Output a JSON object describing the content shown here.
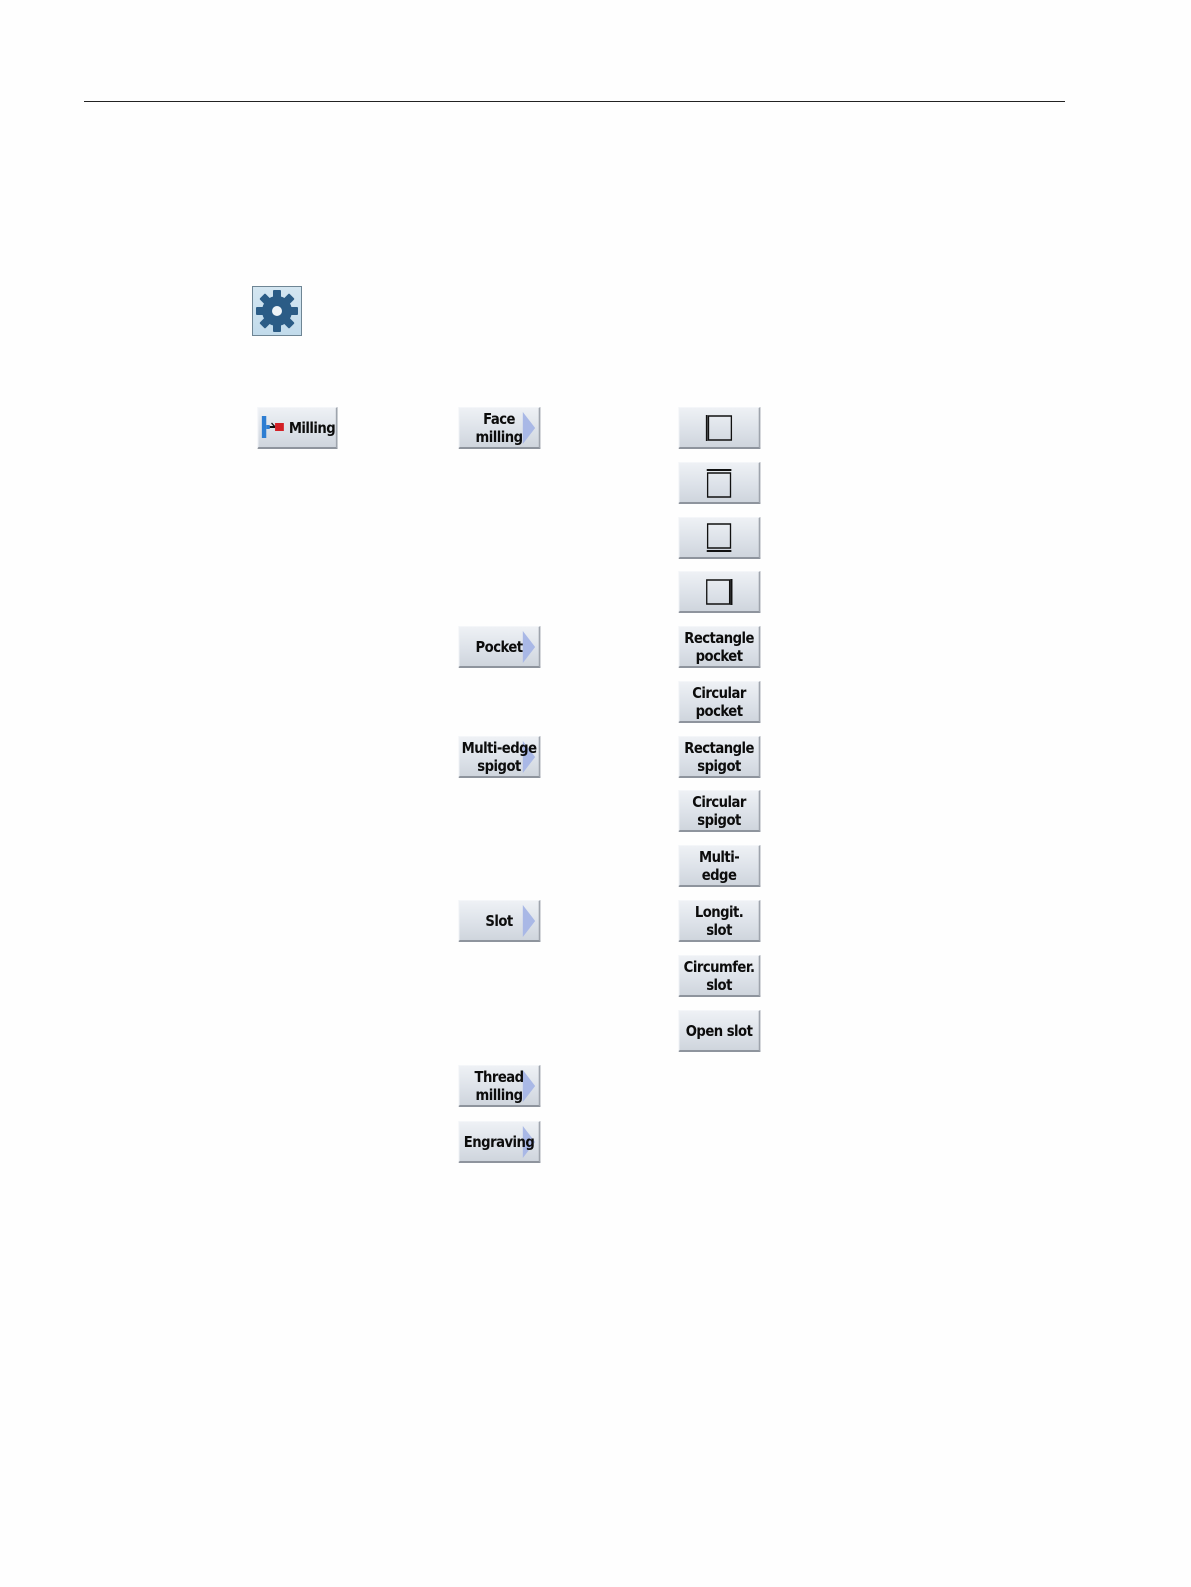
{
  "header": {
    "settings_icon": "gear-icon"
  },
  "level1": {
    "milling_label": "Milling",
    "milling_icon": "milling-tool-icon"
  },
  "level2": {
    "face_milling": "Face\nmilling",
    "pocket": "Pocket",
    "multi_edge_spigot": "Multi-edge\nspigot",
    "slot": "Slot",
    "thread_milling": "Thread\nmilling",
    "engraving": "Engraving"
  },
  "level3": {
    "face_dir_left_icon": "face-direction-left-icon",
    "face_dir_top_icon": "face-direction-top-icon",
    "face_dir_bottom_icon": "face-direction-bottom-icon",
    "face_dir_right_icon": "face-direction-right-icon",
    "rectangle_pocket": "Rectangle\npocket",
    "circular_pocket": "Circular\npocket",
    "rectangle_spigot": "Rectangle\nspigot",
    "circular_spigot": "Circular\nspigot",
    "multi_edge": "Multi-\nedge",
    "longit_slot": "Longit.\nslot",
    "circumfer_slot": "Circumfer.\nslot",
    "open_slot": "Open slot"
  },
  "colors": {
    "softkey_face": "#dde2e9",
    "arrow": "#a9b8e6",
    "gear": "#2b5c86",
    "gear_box": "#c9dfed"
  }
}
